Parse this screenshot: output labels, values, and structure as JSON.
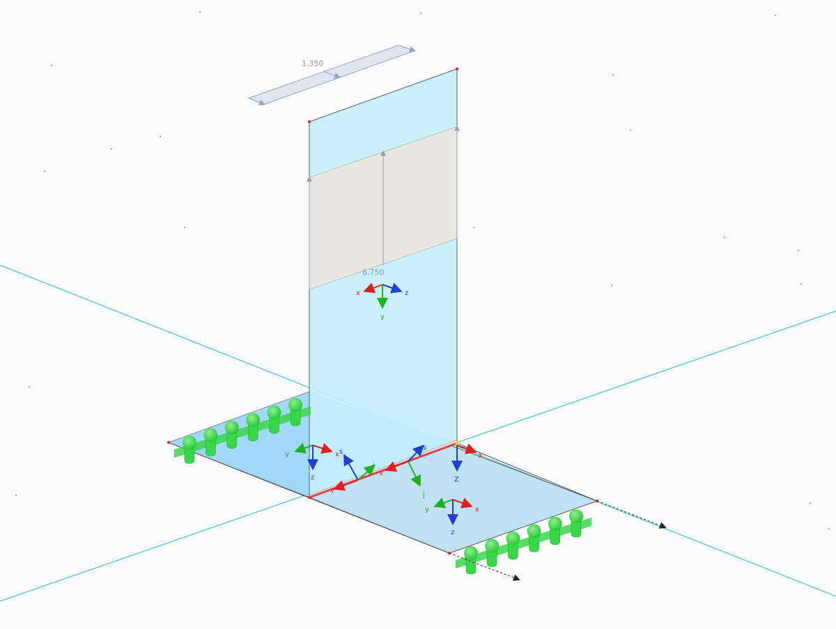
{
  "view": {
    "background": "#fbfbfb",
    "colors": {
      "wall_fill": "#c4eefc",
      "plate_fill": "#b4dcf0",
      "plate_highlight": "#9ad4f8",
      "load_band": "#e8e8e0",
      "load_strip": "#dfe6f0",
      "support": "#3ad64a",
      "support_dark": "#22b030",
      "global_axis": "#3cc6cc",
      "edge": "#707070",
      "node": "#e03030",
      "selected_line": "#e04040",
      "axis_x": "#e02020",
      "axis_y": "#20b020",
      "axis_z": "#2040d0"
    }
  },
  "loads": {
    "top_strip_value": "1.350",
    "wall_band_value": "6.750"
  },
  "axes": {
    "wall_local": {
      "x": "x",
      "y": "y",
      "z": "z"
    },
    "left_plate_local": {
      "x": "x",
      "y": "y",
      "z": "z"
    },
    "right_plate_local": {
      "x": "x",
      "y": "y",
      "z": "z"
    },
    "global": {
      "x": "X",
      "z": "Z"
    },
    "line_left": {
      "s": "s",
      "j": "j",
      "v": "v"
    },
    "line_right": {
      "s": "s",
      "j": "j",
      "v": "v"
    }
  }
}
